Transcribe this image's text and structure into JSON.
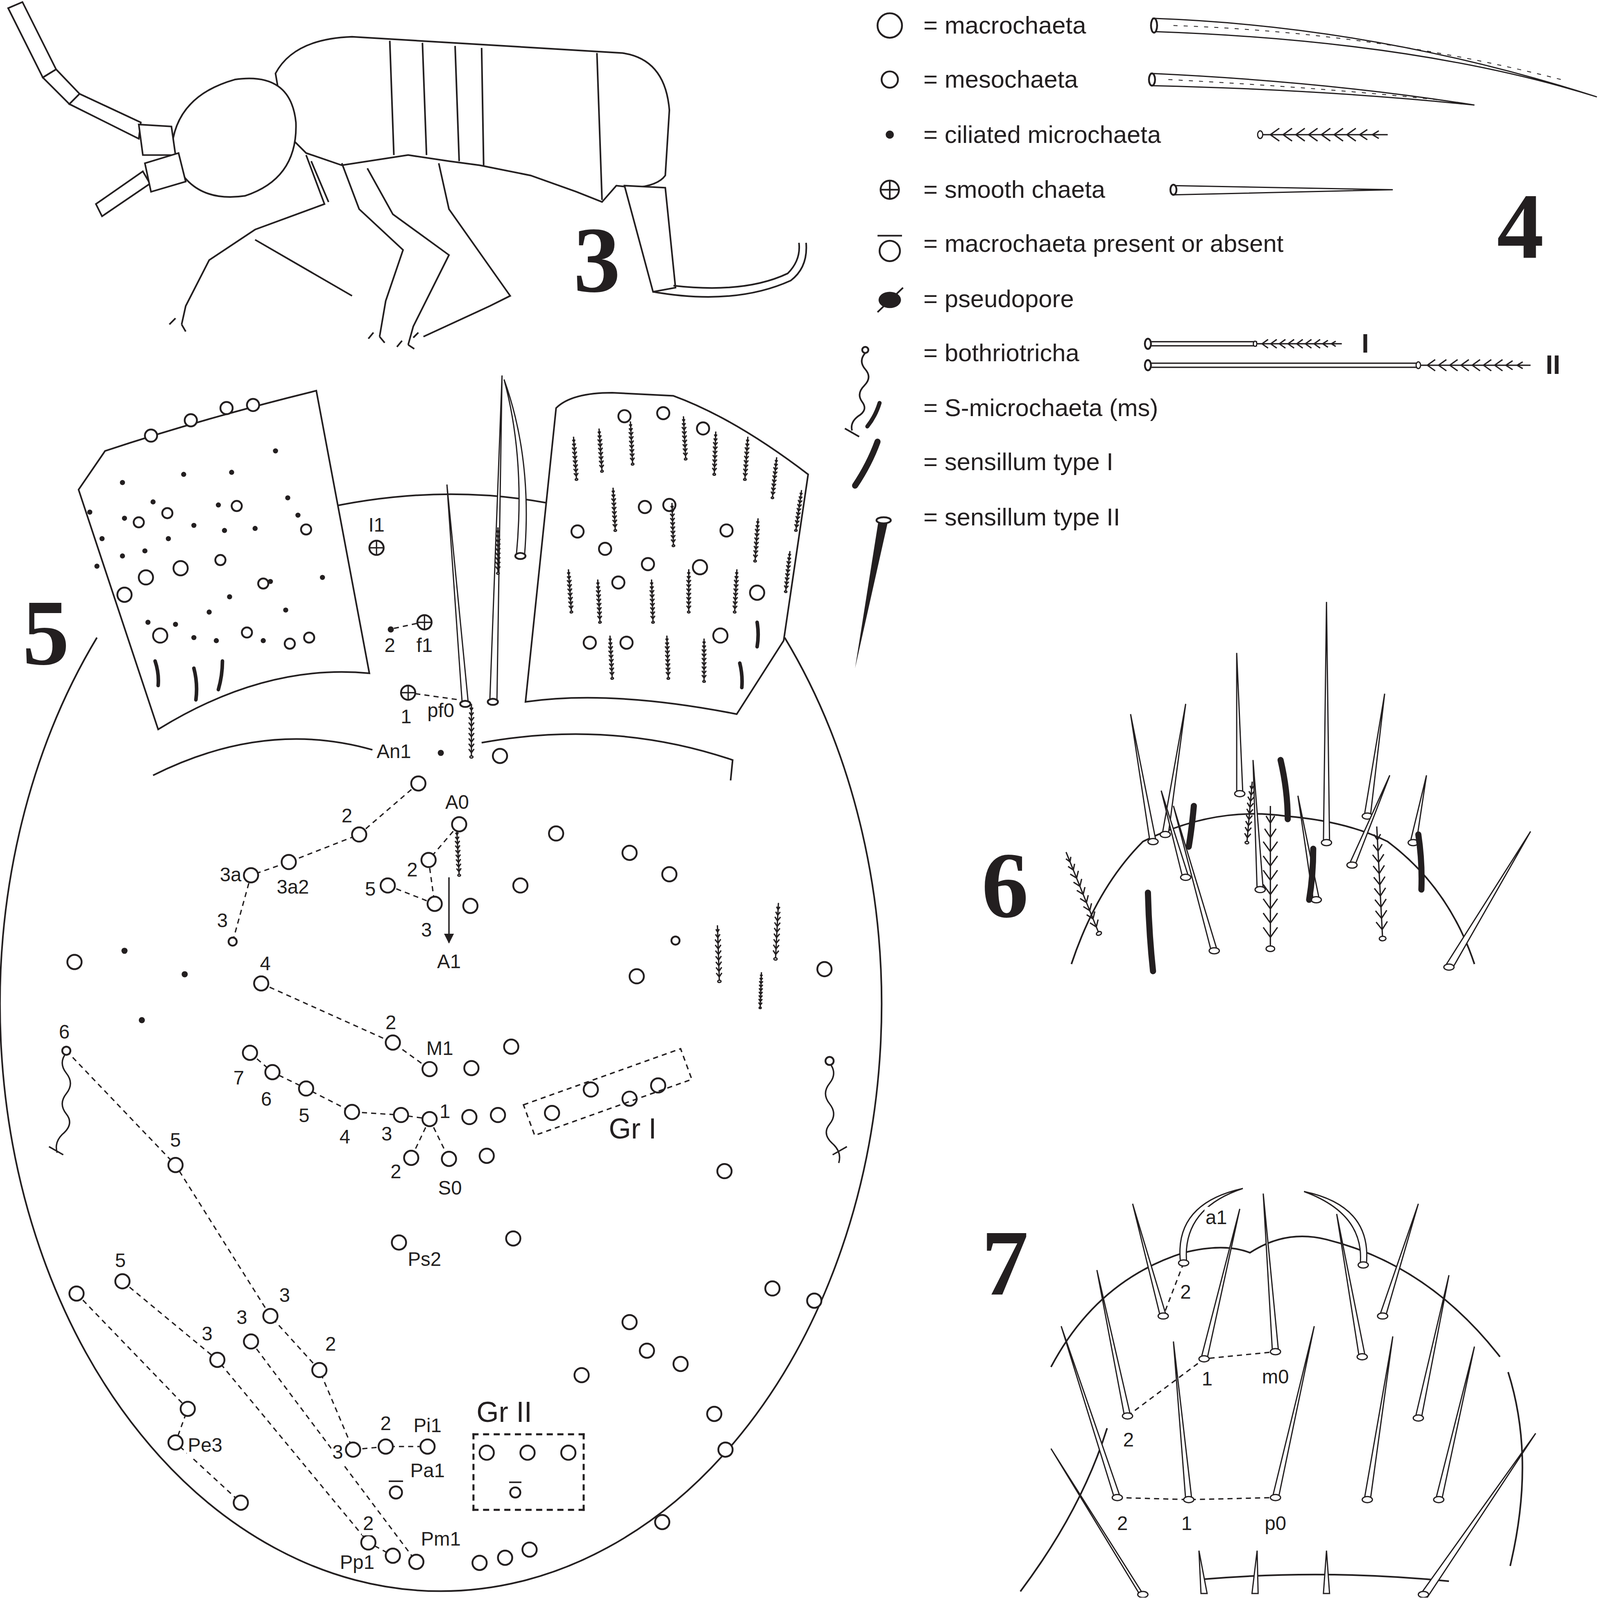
{
  "diagram": {
    "nodes": [
      {
        "text": [
          "Gr I"
        ]
      },
      {
        "text": [
          "Gr II"
        ]
      }
    ],
    "labels": [
      "3",
      "4",
      "5",
      "6",
      "7",
      "I",
      "II",
      "I1",
      "2",
      "f1",
      "pf0",
      "1",
      "An1",
      "A0",
      "2",
      "3a",
      "2",
      "3a2",
      "5",
      "3",
      "3",
      "A1",
      "4",
      "2",
      "M1",
      "7",
      "6",
      "5",
      "1",
      "3",
      "4",
      "2",
      "S0",
      "6",
      "5",
      "Ps2",
      "5",
      "3",
      "3",
      "3",
      "2",
      "2",
      "Pi1",
      "3",
      "Pe3",
      "Pa1",
      "2",
      "Pm1",
      "Pp1",
      "a1",
      "2",
      "1",
      "m0",
      "2",
      "2",
      "1",
      "p0"
    ],
    "legend": [
      {
        "text": "= macrochaeta"
      },
      {
        "text": "= mesochaeta"
      },
      {
        "text": "= ciliated microchaeta"
      },
      {
        "text": "= smooth chaeta"
      },
      {
        "text": "= macrochaeta present or absent"
      },
      {
        "text": "= pseudopore"
      },
      {
        "text": "= bothriotricha"
      },
      {
        "text": "= S-microchaeta (ms)"
      },
      {
        "text": "= sensillum type I"
      },
      {
        "text": "= sensillum type II"
      }
    ]
  }
}
